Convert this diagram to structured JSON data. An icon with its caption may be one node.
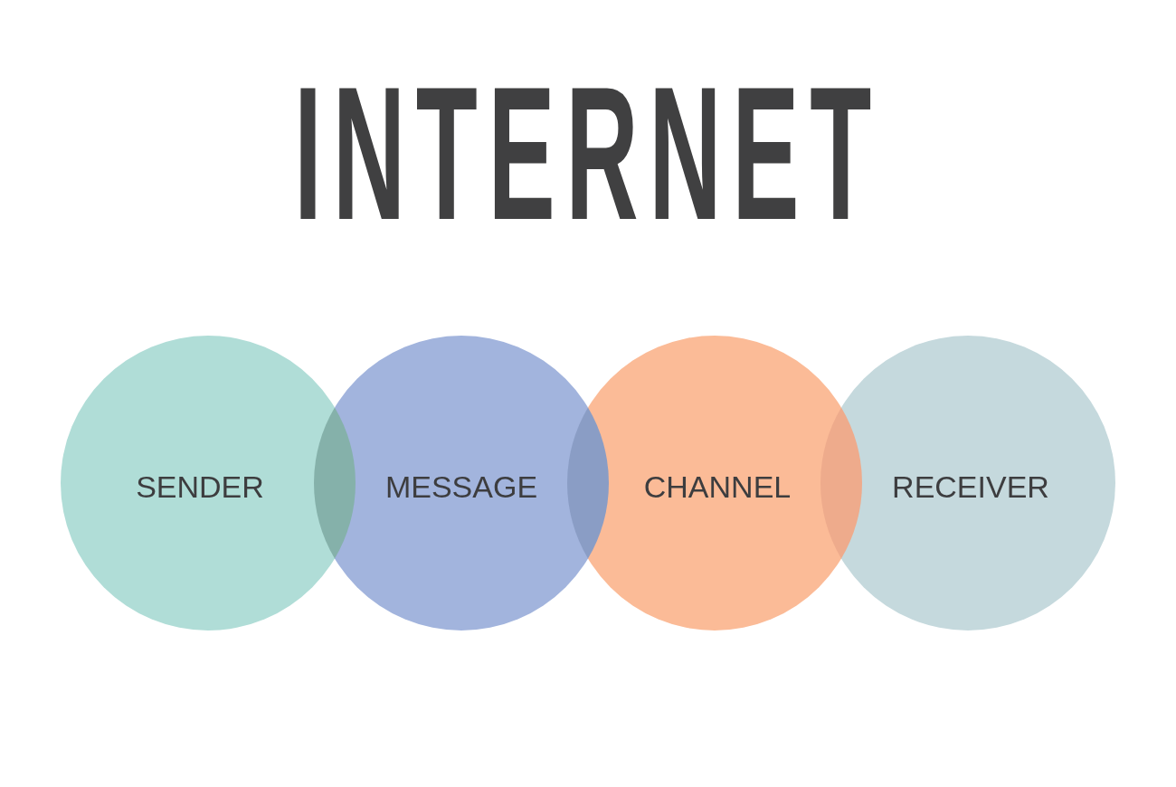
{
  "diagram": {
    "title": "INTERNET",
    "nodes": [
      {
        "text": [
          "SENDER"
        ]
      },
      {
        "text": [
          "MESSAGE"
        ]
      },
      {
        "text": [
          "CHANNEL"
        ]
      },
      {
        "text": [
          "RECEIVER"
        ]
      }
    ]
  }
}
